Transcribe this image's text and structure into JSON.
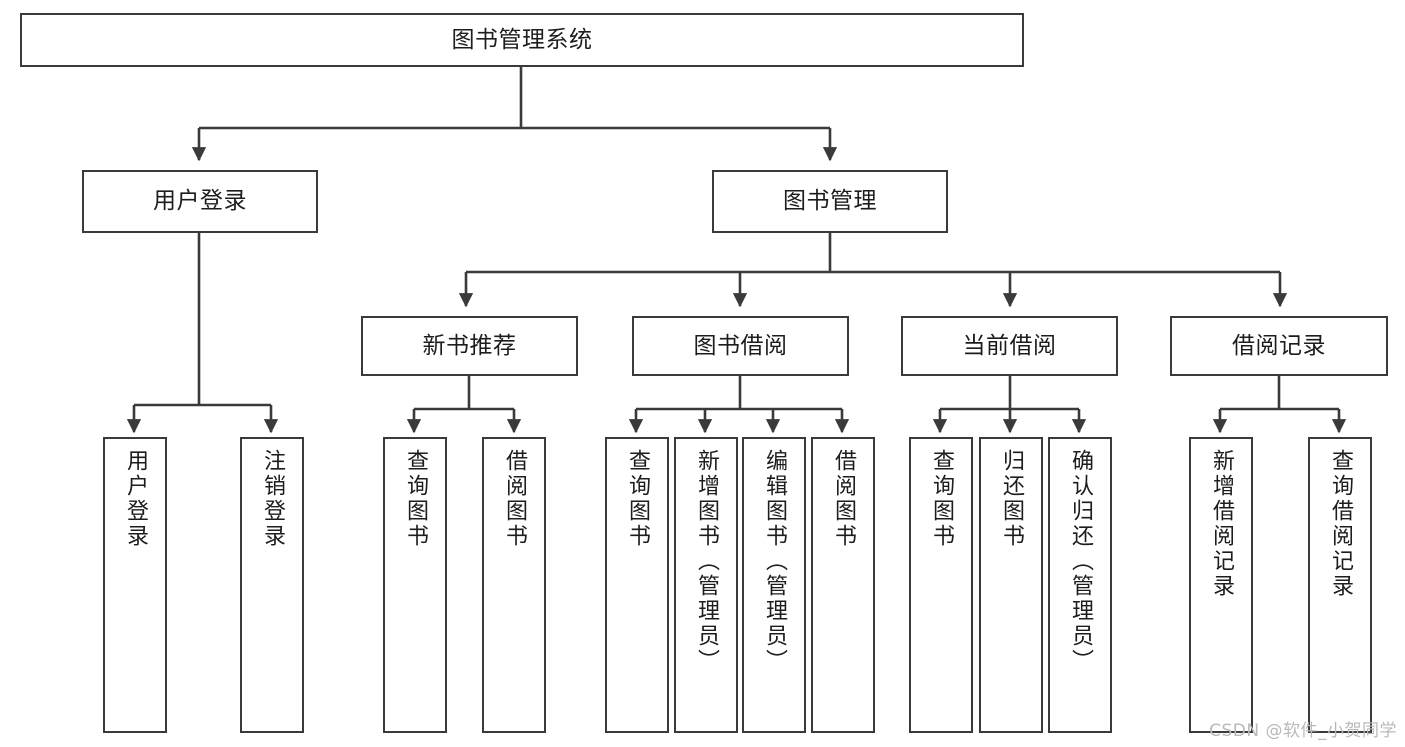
{
  "diagram": {
    "title": "图书管理系统",
    "type": "hierarchy-tree",
    "root": {
      "label": "图书管理系统"
    },
    "level2": [
      {
        "label": "用户登录"
      },
      {
        "label": "图书管理"
      }
    ],
    "level3": [
      {
        "label": "新书推荐"
      },
      {
        "label": "图书借阅"
      },
      {
        "label": "当前借阅"
      },
      {
        "label": "借阅记录"
      }
    ],
    "leaves": [
      {
        "label": "用户登录",
        "parent": "用户登录"
      },
      {
        "label": "注销登录",
        "parent": "用户登录"
      },
      {
        "label": "查询图书",
        "parent": "新书推荐"
      },
      {
        "label": "借阅图书",
        "parent": "新书推荐"
      },
      {
        "label": "查询图书",
        "parent": "图书借阅"
      },
      {
        "label": "新增图书（管理员）",
        "parent": "图书借阅"
      },
      {
        "label": "编辑图书（管理员）",
        "parent": "图书借阅"
      },
      {
        "label": "借阅图书",
        "parent": "图书借阅"
      },
      {
        "label": "查询图书",
        "parent": "当前借阅"
      },
      {
        "label": "归还图书",
        "parent": "当前借阅"
      },
      {
        "label": "确认归还（管理员）",
        "parent": "当前借阅"
      },
      {
        "label": "新增借阅记录",
        "parent": "借阅记录"
      },
      {
        "label": "查询借阅记录",
        "parent": "借阅记录"
      }
    ]
  },
  "watermark": {
    "text": "CSDN @软件_小贺同学"
  },
  "colors": {
    "stroke": "#3a3a3a",
    "text": "#1d1d1d",
    "background": "#ffffff",
    "watermark": "#b9b9b9"
  }
}
